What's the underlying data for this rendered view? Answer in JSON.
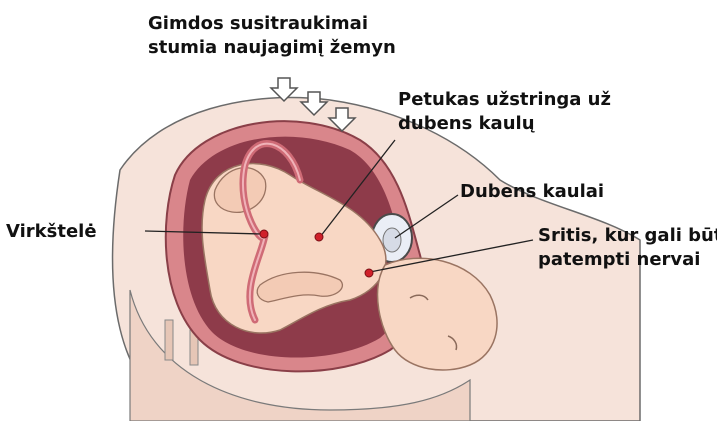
{
  "labels": {
    "contractions": [
      "Gimdos susitraukimai",
      "stumia naujagimį žemyn"
    ],
    "shoulder": [
      "Petukas užstringa už",
      "dubens kaulų"
    ],
    "pelvic_bones": "Dubens kaulai",
    "cord": "Virkštelė",
    "nerves": [
      "Sritis, kur gali būti",
      "patempti nervai"
    ]
  },
  "colors": {
    "skin": "#f8d7c4",
    "skin_dark": "#e6b397",
    "uterus_wall": "#d9868b",
    "uterus_inner": "#b85c66",
    "amniotic": "#8e3b4a",
    "body_outline": "#555555",
    "marker": "#d0202a",
    "bone": "#eaeef6"
  },
  "icons": [
    "down-arrow-icon",
    "down-arrow-icon",
    "down-arrow-icon"
  ]
}
